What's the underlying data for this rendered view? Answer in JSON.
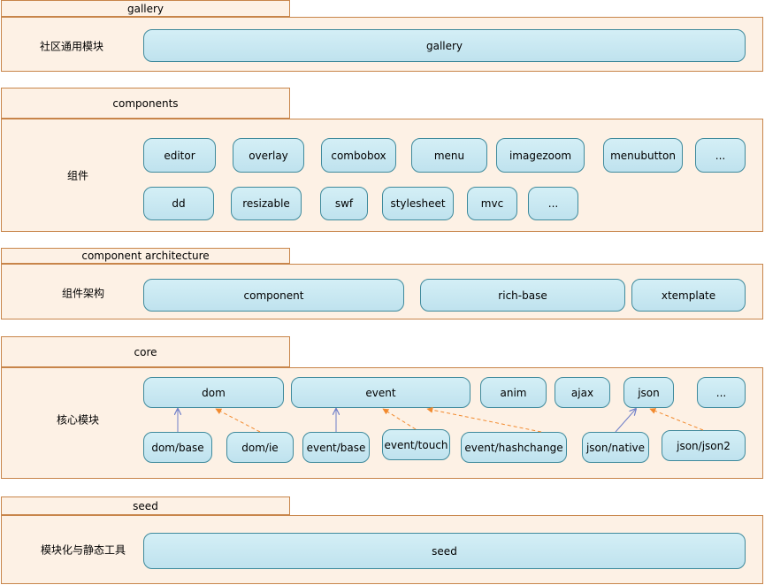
{
  "layers": [
    {
      "id": "gallery",
      "title": "gallery",
      "label": "社区通用模块",
      "modules": [
        "gallery"
      ]
    },
    {
      "id": "components",
      "title": "components",
      "label": "组件",
      "modules": [
        "editor",
        "overlay",
        "combobox",
        "menu",
        "imagezoom",
        "menubutton",
        "...",
        "dd",
        "resizable",
        "swf",
        "stylesheet",
        "mvc",
        "..."
      ]
    },
    {
      "id": "component-architecture",
      "title": "component architecture",
      "label": "组件架构",
      "modules": [
        "component",
        "rich-base",
        "xtemplate"
      ]
    },
    {
      "id": "core",
      "title": "core",
      "label": "核心模块",
      "modules": [
        "dom",
        "event",
        "anim",
        "ajax",
        "json",
        "...",
        "dom/base",
        "dom/ie",
        "event/base",
        "event/touch",
        "event/hashchange",
        "json/native",
        "json/json2"
      ]
    },
    {
      "id": "seed",
      "title": "seed",
      "label": "模块化与静态工具",
      "modules": [
        "seed"
      ]
    }
  ],
  "colors": {
    "panel_fill": "#fdf1e5",
    "panel_border": "#c8854a",
    "module_fill": "#c9e8f2",
    "module_border": "#3f8a9c",
    "arrow_solid": "#6f7fc9",
    "arrow_dashed": "#f28a2e"
  }
}
